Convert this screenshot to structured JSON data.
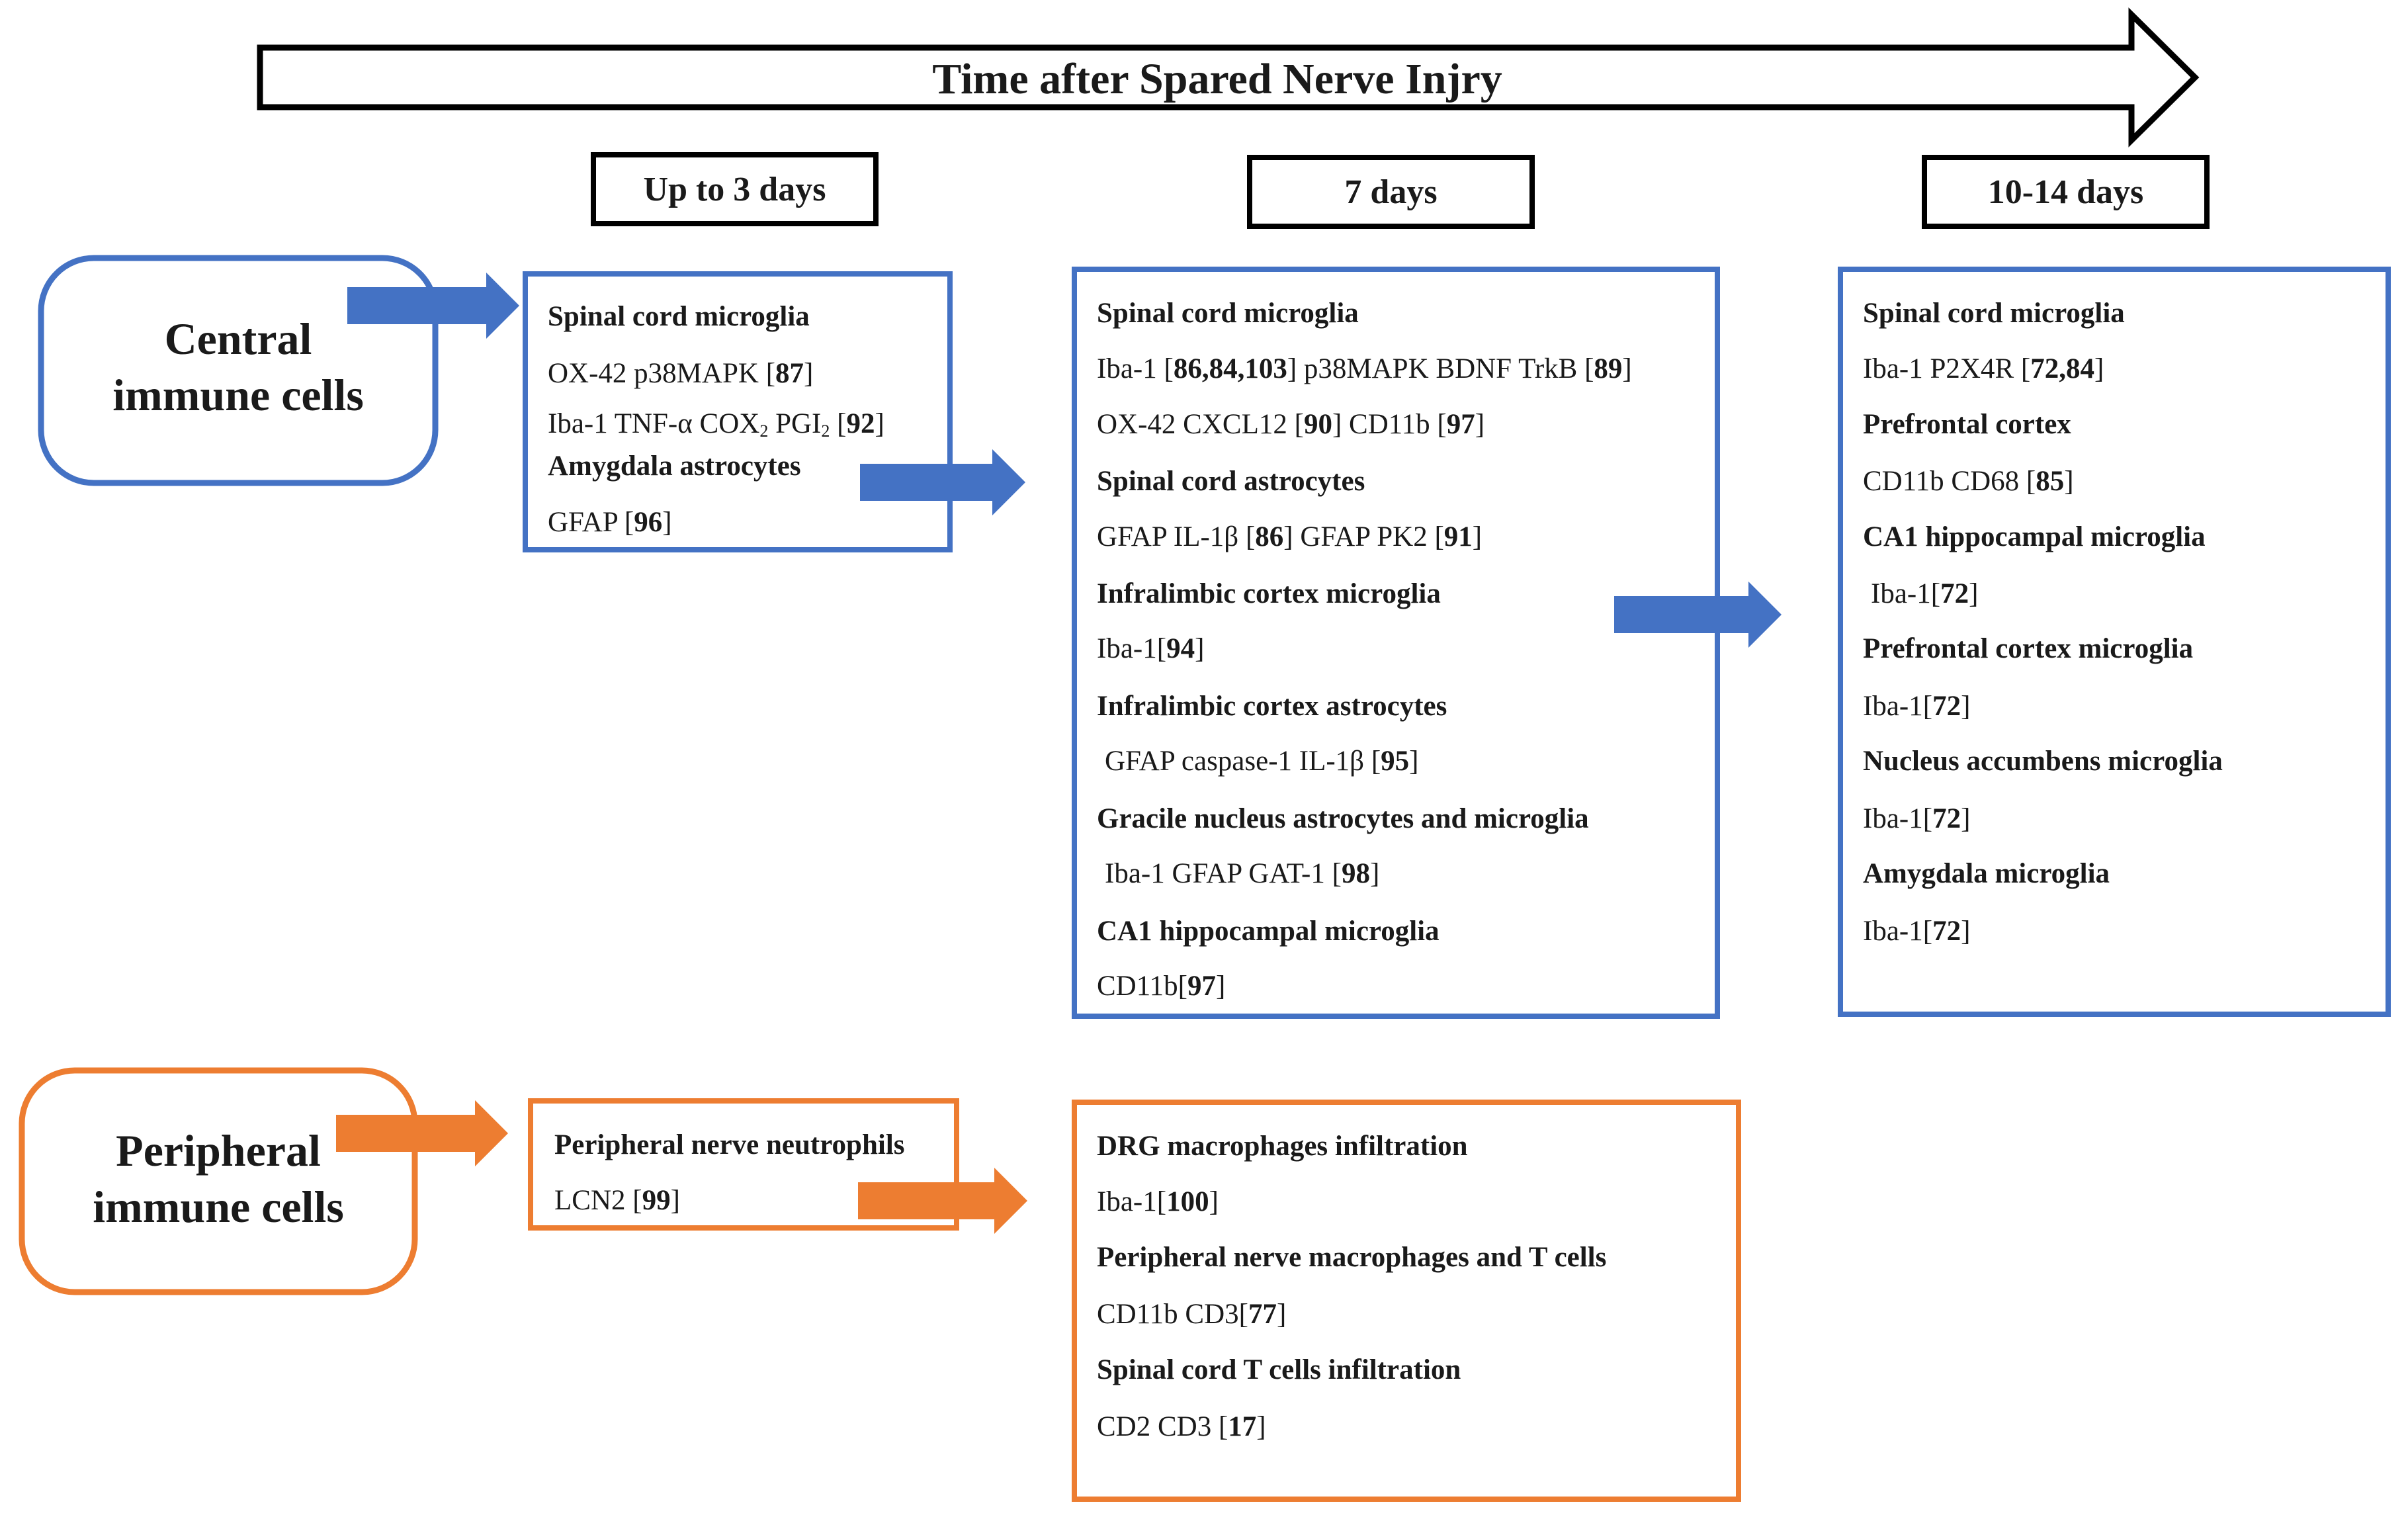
{
  "timeline": {
    "label": "Time after Spared Nerve Injry"
  },
  "phases": [
    {
      "label": "Up to 3 days"
    },
    {
      "label": "7 days"
    },
    {
      "label": "10-14 days"
    }
  ],
  "categories": {
    "central": {
      "line1": "Central",
      "line2": "immune cells",
      "color": "#4472c4"
    },
    "peripheral": {
      "line1": "Peripheral",
      "line2": "immune cells",
      "color": "#ed7d31"
    }
  },
  "central_up_to_3": {
    "h1": "Spinal cord microglia",
    "l1": {
      "text": "OX-42 p38MAPK ",
      "ref": "87"
    },
    "l2": {
      "text": "Iba-1 TNF-α COX",
      "sub1": "2",
      "mid": " PGI",
      "sub2": "2",
      "ref": "92"
    },
    "h2": "Amygdala astrocytes",
    "l3": {
      "text": "GFAP ",
      "ref": "96"
    }
  },
  "central_7": {
    "h1": "Spinal cord microglia",
    "l1": {
      "a": "Iba-1 ",
      "ref1": "86,84,103",
      "b": " p38MAPK BDNF TrkB ",
      "ref2": "89"
    },
    "l2": {
      "a": "OX-42 CXCL12 ",
      "ref1": "90",
      "b": " CD11b ",
      "ref2": "97"
    },
    "h2": "Spinal cord astrocytes",
    "l3": {
      "a": "GFAP IL-1β ",
      "ref1": "86",
      "b": " GFAP PK2 ",
      "ref2": "91"
    },
    "h3": "Infralimbic cortex microglia",
    "l4": {
      "a": "Iba-1",
      "ref1": "94"
    },
    "h4": "Infralimbic cortex astrocytes",
    "l5": {
      "a": "GFAP caspase-1 IL-1β ",
      "ref1": "95"
    },
    "h5": "Gracile nucleus astrocytes and microglia",
    "l6": {
      "a": "Iba-1 GFAP GAT-1 ",
      "ref1": "98"
    },
    "h6": "CA1 hippocampal microglia",
    "l7": {
      "a": "CD11b",
      "ref1": "97"
    }
  },
  "central_10_14": {
    "h1": "Spinal cord microglia",
    "l1": {
      "a": "Iba-1 P2X4R ",
      "ref1": "72,84"
    },
    "h2": "Prefrontal cortex",
    "l2": {
      "a": "CD11b CD68 ",
      "ref1": "85"
    },
    "h3": "CA1 hippocampal microglia",
    "l3": {
      "a": "Iba-1",
      "ref1": "72"
    },
    "h4": "Prefrontal cortex microglia",
    "l4": {
      "a": "Iba-1",
      "ref1": "72"
    },
    "h5": "Nucleus accumbens microglia",
    "l5": {
      "a": "Iba-1",
      "ref1": "72"
    },
    "h6": "Amygdala microglia",
    "l6": {
      "a": "Iba-1",
      "ref1": "72"
    }
  },
  "peripheral_up_to_3": {
    "h1": "Peripheral nerve neutrophils",
    "l1": {
      "a": "LCN2 ",
      "ref1": "99"
    }
  },
  "peripheral_7": {
    "h1": "DRG macrophages infiltration",
    "l1": {
      "a": "Iba-1",
      "ref1": "100"
    },
    "h2": "Peripheral nerve macrophages and T cells",
    "l2": {
      "a": "CD11b CD3",
      "ref1": "77"
    },
    "h3": "Spinal cord T cells infiltration",
    "l3": {
      "a": "CD2 CD3 ",
      "ref1": "17"
    }
  }
}
